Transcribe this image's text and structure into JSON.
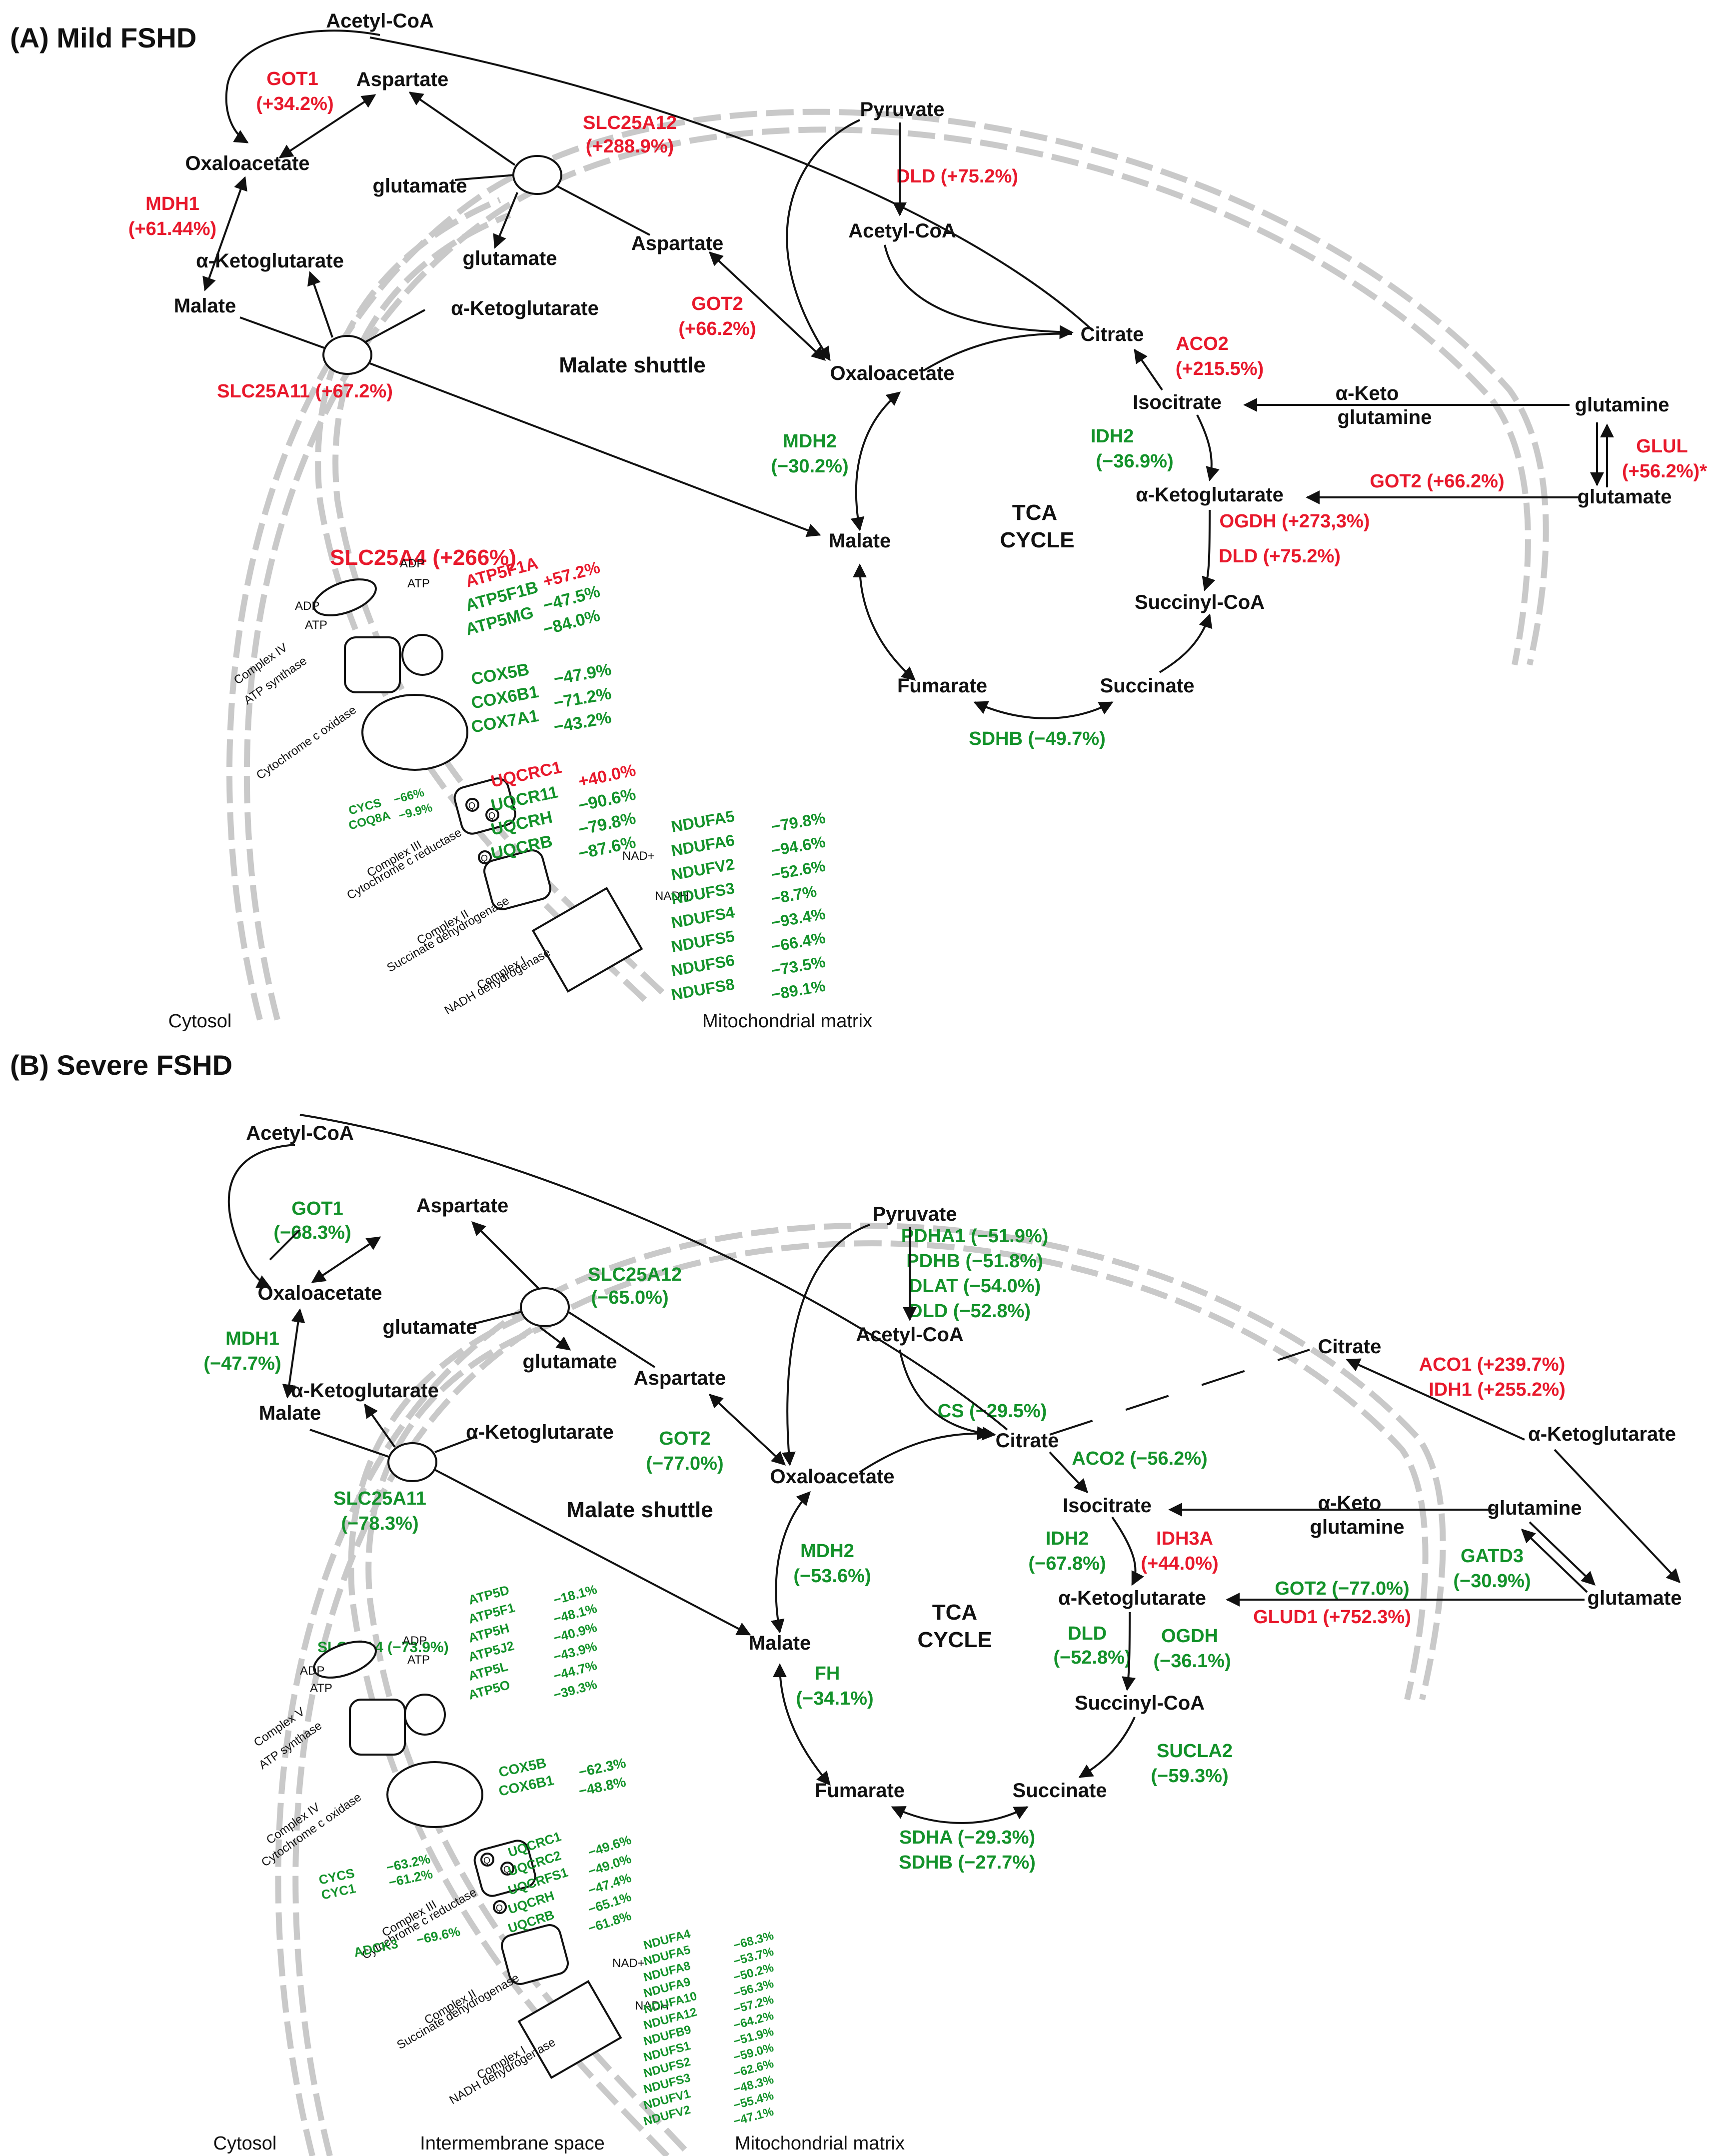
{
  "colors": {
    "up": "#e8192c",
    "down": "#13922a",
    "text": "#111111",
    "membrane": "#c9c9c9"
  },
  "panelA": {
    "title": "(A)  Mild FSHD",
    "metabolites": {
      "acetylcoa_cyto": "Acetyl-CoA",
      "aspartate_cyto": "Aspartate",
      "oxaloacetate_cyto": "Oxaloacetate",
      "glutamate_cyto": "glutamate",
      "glutamate_mito": "glutamate",
      "akg_cyto": "α-Ketoglutarate",
      "malate_cyto": "Malate",
      "akg_mito": "α-Ketoglutarate",
      "aspartate_mito": "Aspartate",
      "pyruvate": "Pyruvate",
      "acetylcoa_mito": "Acetyl-CoA",
      "citrate": "Citrate",
      "oxaloacetate_mito": "Oxaloacetate",
      "isocitrate": "Isocitrate",
      "aketo_glutamine_1": "α-Keto",
      "aketo_glutamine_2": "glutamine",
      "glutamine": "glutamine",
      "glutamate_right": "glutamate",
      "akg_tca": "α-Ketoglutarate",
      "malate_mito": "Malate",
      "succinylcoa": "Succinyl-CoA",
      "fumarate": "Fumarate",
      "succinate": "Succinate"
    },
    "labels": {
      "malate_shuttle": "Malate shuttle",
      "tca_1": "TCA",
      "tca_2": "CYCLE",
      "cytosol": "Cytosol",
      "matrix": "Mitochondrial matrix"
    },
    "enzymes": {
      "got1": "GOT1",
      "got1_val": "(+34.2%)",
      "slc25a12": "SLC25A12",
      "slc25a12_val": "(+288.9%)",
      "mdh1": "MDH1",
      "mdh1_val": "(+61.44%)",
      "dld_top": "DLD (+75.2%)",
      "got2": "GOT2",
      "got2_val": "(+66.2%)",
      "slc25a11": "SLC25A11 (+67.2%)",
      "aco2": "ACO2",
      "aco2_val": "(+215.5%)",
      "idh2": "IDH2",
      "idh2_val": "(−36.9%)",
      "mdh2": "MDH2",
      "mdh2_val": "(−30.2%)",
      "glul": "GLUL",
      "glul_val": "(+56.2%)*",
      "got2_right": "GOT2 (+66.2%)",
      "ogdh": "OGDH (+273,3%)",
      "dld_tca": "DLD (+75.2%)",
      "sdhb": "SDHB (−49.7%)",
      "slc25a4": "SLC25A4 (+266%)"
    },
    "etc_labels": {
      "adp1": "ADP",
      "atp1": "ATP",
      "adp2": "ADP",
      "atp2": "ATP",
      "complex_iv_1": "Complex IV",
      "complex_iv_2": "ATP synthase",
      "cyt_c_ox": "Cytochrome c oxidase",
      "complex_iii_1": "Complex III",
      "complex_iii_2": "Cytochrome c reductase",
      "complex_ii_1": "Complex II",
      "complex_ii_2": "Succinate dehydrogenase",
      "complex_i_1": "Complex I",
      "complex_i_2": "NADH dehydrogenase",
      "nad": "NAD+",
      "nadh": "NADH",
      "q1": "Q",
      "q2": "Q",
      "q3": "Q",
      "cycs_label": "CYCS",
      "coq8a_label": "COQ8A"
    },
    "atp_genes": [
      {
        "g": "ATP5F1A",
        "v": "+57.2%",
        "c": "up"
      },
      {
        "g": "ATP5F1B",
        "v": "−47.5%",
        "c": "down"
      },
      {
        "g": "ATP5MG",
        "v": "−84.0%",
        "c": "down"
      }
    ],
    "cox_genes": [
      {
        "g": "COX5B",
        "v": "−47.9%"
      },
      {
        "g": "COX6B1",
        "v": "−71.2%"
      },
      {
        "g": "COX7A1",
        "v": "−43.2%"
      }
    ],
    "uqc_genes": [
      {
        "g": "UQCRC1",
        "v": "+40.0%",
        "c": "up"
      },
      {
        "g": "UQCR11",
        "v": "−90.6%",
        "c": "down"
      },
      {
        "g": "UQCRH",
        "v": "−79.8%",
        "c": "down"
      },
      {
        "g": "UQCRB",
        "v": "−87.6%",
        "c": "down"
      }
    ],
    "cycs": {
      "cycs_v": "−66%",
      "coq8a_v": "−9.9%"
    },
    "nduf_genes": [
      {
        "g": "NDUFA5",
        "v": "−79.8%"
      },
      {
        "g": "NDUFA6",
        "v": "−94.6%"
      },
      {
        "g": "NDUFV2",
        "v": "−52.6%"
      },
      {
        "g": "NDUFS3",
        "v": "−8.7%"
      },
      {
        "g": "NDUFS4",
        "v": "−93.4%"
      },
      {
        "g": "NDUFS5",
        "v": "−66.4%"
      },
      {
        "g": "NDUFS6",
        "v": "−73.5%"
      },
      {
        "g": "NDUFS8",
        "v": "−89.1%"
      }
    ]
  },
  "panelB": {
    "title": "(B)  Severe FSHD",
    "metabolites": {
      "acetylcoa_cyto": "Acetyl-CoA",
      "aspartate_cyto": "Aspartate",
      "oxaloacetate_cyto": "Oxaloacetate",
      "glutamate_cyto": "glutamate",
      "glutamate_mito": "glutamate",
      "akg_cyto": "α-Ketoglutarate",
      "malate_cyto": "Malate",
      "akg_mito": "α-Ketoglutarate",
      "aspartate_mito": "Aspartate",
      "pyruvate": "Pyruvate",
      "acetylcoa_mito": "Acetyl-CoA",
      "citrate": "Citrate",
      "citrate_cyto": "Citrate",
      "akg_far": "α-Ketoglutarate",
      "oxaloacetate_mito": "Oxaloacetate",
      "isocitrate": "Isocitrate",
      "aketo_glutamine_1": "α-Keto",
      "aketo_glutamine_2": "glutamine",
      "glutamine": "glutamine",
      "glutamate_right": "glutamate",
      "akg_tca": "α-Ketoglutarate",
      "malate_mito": "Malate",
      "succinylcoa": "Succinyl-CoA",
      "fumarate": "Fumarate",
      "succinate": "Succinate"
    },
    "labels": {
      "malate_shuttle": "Malate shuttle",
      "tca_1": "TCA",
      "tca_2": "CYCLE",
      "cytosol": "Cytosol",
      "ims": "Intermembrane space",
      "matrix": "Mitochondrial matrix"
    },
    "enzymes": {
      "got1": "GOT1",
      "got1_val": "(−68.3%)",
      "slc25a12": "SLC25A12",
      "slc25a12_val": "(−65.0%)",
      "mdh1": "MDH1",
      "mdh1_val": "(−47.7%)",
      "pdha1": "PDHA1 (−51.9%)",
      "pdhb": "PDHB (−51.8%)",
      "dlat": "DLAT (−54.0%)",
      "dld_top": "DLD (−52.8%)",
      "aco1": "ACO1 (+239.7%)",
      "idh1": "IDH1 (+255.2%)",
      "got2": "GOT2",
      "got2_val": "(−77.0%)",
      "cs": "CS (−29.5%)",
      "aco2": "ACO2 (−56.2%)",
      "slc25a11": "SLC25A11",
      "slc25a11_val": "(−78.3%)",
      "idh2": "IDH2",
      "idh2_val": "(−67.8%)",
      "idh3a": "IDH3A",
      "idh3a_val": "(+44.0%)",
      "mdh2": "MDH2",
      "mdh2_val": "(−53.6%)",
      "gatd3": "GATD3",
      "gatd3_val": "(−30.9%)",
      "got2_right": "GOT2 (−77.0%)",
      "glud1": "GLUD1 (+752.3%)",
      "dld_tca": "DLD",
      "dld_tca_val": "(−52.8%)",
      "ogdh": "OGDH",
      "ogdh_val": "(−36.1%)",
      "fh": "FH",
      "fh_val": "(−34.1%)",
      "sucla2": "SUCLA2",
      "sucla2_val": "(−59.3%)",
      "sdha": "SDHA (−29.3%)",
      "sdhb": "SDHB (−27.7%)",
      "slc25a4": "SLC25A4 (−73.9%)"
    },
    "etc_labels": {
      "adp1": "ADP",
      "atp1": "ATP",
      "adp2": "ADP",
      "atp2": "ATP",
      "complex_v_1": "Complex V",
      "complex_v_2": "ATP synthase",
      "complex_iv_1": "Complex IV",
      "complex_iv_2": "Cytochrome c oxidase",
      "complex_iii_1": "Complex III",
      "complex_iii_2": "Cytochrome c reductase",
      "complex_ii_1": "Complex II",
      "complex_ii_2": "Succinate dehydrogenase",
      "complex_i_1": "Complex I",
      "complex_i_2": "NADH dehydrogenase",
      "nad": "NAD+",
      "nadh": "NADH",
      "q1": "Q",
      "q2": "Q",
      "q3": "Q",
      "cycs_label": "CYCS",
      "cyc1_label": "CYC1",
      "adck3_label": "ADCK3"
    },
    "atp_genes": [
      {
        "g": "ATP5D",
        "v": "−18.1%"
      },
      {
        "g": "ATP5F1",
        "v": "−48.1%"
      },
      {
        "g": "ATP5H",
        "v": "−40.9%"
      },
      {
        "g": "ATP5J2",
        "v": "−43.9%"
      },
      {
        "g": "ATP5L",
        "v": "−44.7%"
      },
      {
        "g": "ATP5O",
        "v": "−39.3%"
      }
    ],
    "cox_genes": [
      {
        "g": "COX5B",
        "v": "−62.3%"
      },
      {
        "g": "COX6B1",
        "v": "−48.8%"
      }
    ],
    "uqc_genes": [
      {
        "g": "UQCRC1",
        "v": "−49.6%"
      },
      {
        "g": "UQCRC2",
        "v": "−49.0%"
      },
      {
        "g": "UQCRFS1",
        "v": "−47.4%"
      },
      {
        "g": "UQCRH",
        "v": "−65.1%"
      },
      {
        "g": "UQCRB",
        "v": "−61.8%"
      }
    ],
    "cycs": {
      "cycs_v": "−63.2%",
      "cyc1_v": "−61.2%",
      "adck3_v": "−69.6%"
    },
    "nduf_genes": [
      {
        "g": "NDUFA4",
        "v": "−68.3%"
      },
      {
        "g": "NDUFA5",
        "v": "−53.7%"
      },
      {
        "g": "NDUFA8",
        "v": "−50.2%"
      },
      {
        "g": "NDUFA9",
        "v": "−56.3%"
      },
      {
        "g": "NDUFA10",
        "v": "−57.2%"
      },
      {
        "g": "NDUFA12",
        "v": "−64.2%"
      },
      {
        "g": "NDUFB9",
        "v": "−51.9%"
      },
      {
        "g": "NDUFS1",
        "v": "−59.0%"
      },
      {
        "g": "NDUFS2",
        "v": "−62.6%"
      },
      {
        "g": "NDUFS3",
        "v": "−48.3%"
      },
      {
        "g": "NDUFV1",
        "v": "−55.4%"
      },
      {
        "g": "NDUFV2",
        "v": "−47.1%"
      }
    ]
  }
}
